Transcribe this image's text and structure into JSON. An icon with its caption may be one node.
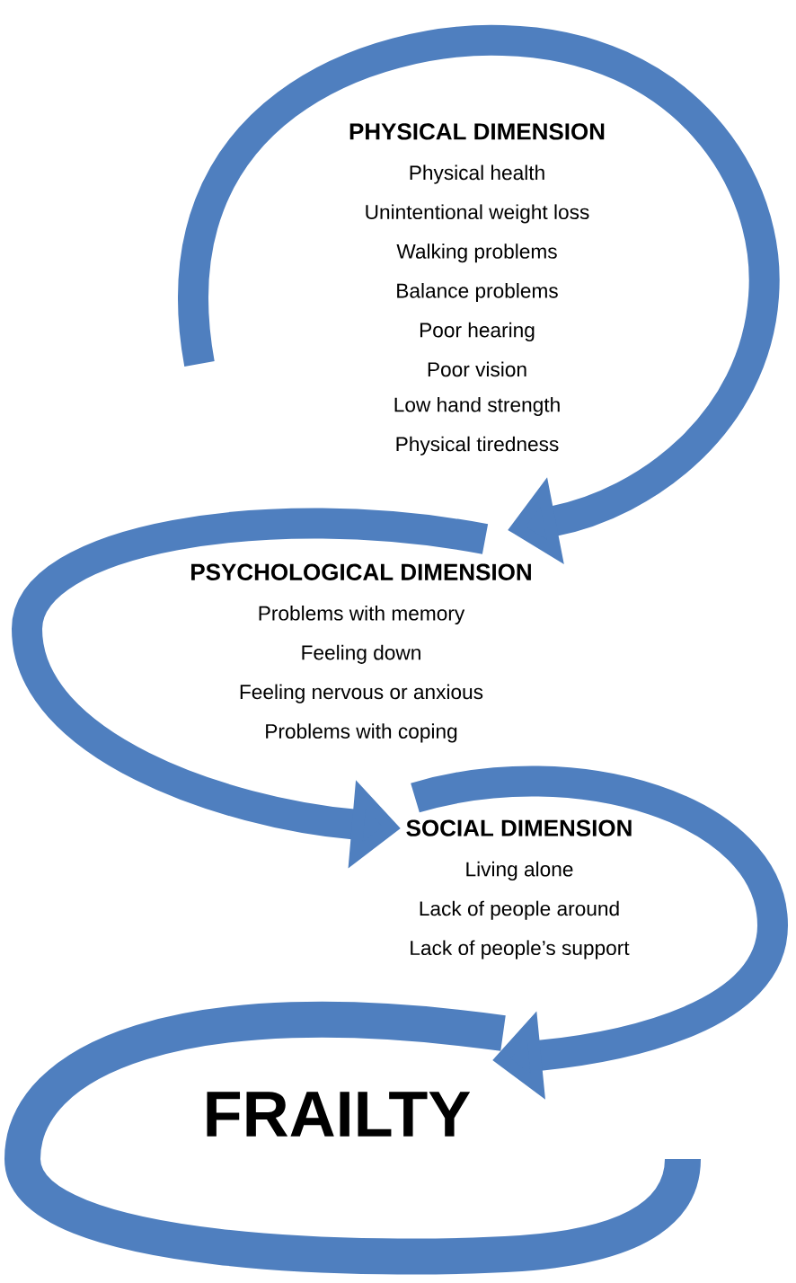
{
  "diagram": {
    "nodes": [
      {
        "text": [
          "PHYSICAL DIMENSION",
          "Physical health",
          "Unintentional weight loss",
          "Walking problems",
          "Balance problems",
          "Poor hearing",
          "Poor vision",
          "Low hand strength",
          "Physical tiredness"
        ]
      },
      {
        "text": [
          "PSYCHOLOGICAL DIMENSION",
          "Problems with memory",
          "Feeling down",
          "Feeling nervous or anxious",
          "Problems with coping"
        ]
      },
      {
        "text": [
          "SOCIAL DIMENSION",
          "Living alone",
          "Lack of people around",
          "Lack of people’s support"
        ]
      },
      {
        "text": [
          "FRAILTY"
        ]
      }
    ],
    "edges": [
      {
        "from": null,
        "to": 1,
        "arrow": "to"
      },
      {
        "from": 1,
        "to": 2,
        "arrow": "to"
      },
      {
        "from": 2,
        "to": 3,
        "arrow": "to"
      }
    ]
  }
}
